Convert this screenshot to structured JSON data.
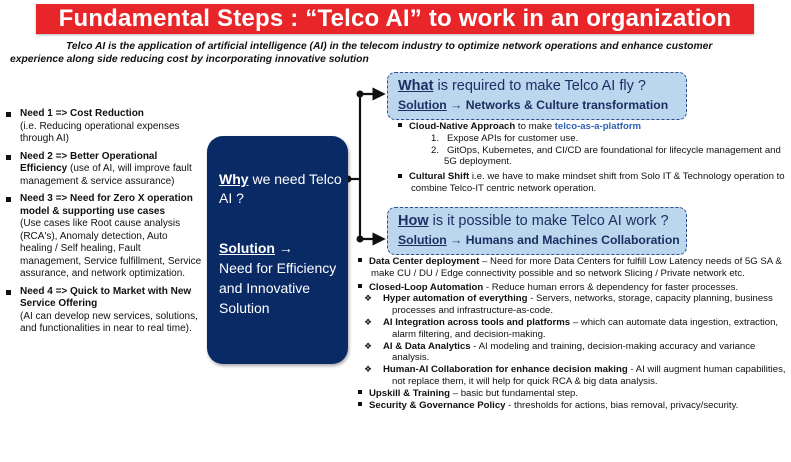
{
  "banner": {
    "title": "Fundamental Steps : “Telco AI” to work in an organization"
  },
  "intro": {
    "line1": "Telco AI is the application of artificial intelligence (AI) in the telecom industry to optimize network operations and enhance customer",
    "line2": "experience along side reducing cost by incorporating innovative solution"
  },
  "needs": [
    {
      "title": "Need 1 => Cost Reduction",
      "desc": "(i.e. Reducing operational expenses through AI)"
    },
    {
      "title": "Need 2 => Better Operational Efficiency",
      "desc": "(use of AI, will  improve fault management & service assurance)"
    },
    {
      "title": "Need 3 => Need for Zero X operation model & supporting use cases",
      "desc": "(Use cases like Root cause analysis (RCA's), Anomaly detection, Auto healing / Self healing, Fault management, Service fulfillment, Service assurance, and network optimization."
    },
    {
      "title": "Need 4 => Quick to Market with New Service Offering",
      "desc": " (AI can develop new services, solutions, and functionalities in near to real time)."
    }
  ],
  "center": {
    "why_word": "Why",
    "why_rest": " we need Telco AI ?",
    "solution_word": "Solution",
    "arrow": "→",
    "solution_rest": "Need for Efficiency and Innovative Solution"
  },
  "what": {
    "q_word": "What",
    "q_rest": " is required to make Telco AI fly ?",
    "sol_word": "Solution",
    "sol_arrow": "→",
    "sol_rest": " Networks & Culture transformation",
    "cloud_title": "Cloud-Native Approach",
    "cloud_mid": " to make ",
    "cloud_link": "telco-as-a-platform",
    "num1": "1.",
    "item1": "Expose APIs for customer use.",
    "num2": "2.",
    "item2": "GitOps, Kubernetes, and CI/CD are foundational for lifecycle management and 5G deployment.",
    "culture_title": "Cultural Shift",
    "culture_rest": " i.e. we have to make mindset shift from Solo IT & Technology operation to combine Telco-IT centric network operation."
  },
  "how": {
    "q_word": "How",
    "q_rest": " is it possible to make Telco AI work ?",
    "sol_word": "Solution",
    "sol_arrow": "→",
    "sol_rest": " Humans and Machines Collaboration",
    "dc_title": "Data Center deployment",
    "dc_rest": " – Need for more Data Centers for fulfill Low Latency needs of 5G SA & make CU / DU / Edge connectivity possible and so network Slicing / Private network etc.",
    "cl_title": "Closed-Loop Automation",
    "cl_rest": " - Reduce human errors & dependency for faster processes.",
    "subs": [
      {
        "title": "Hyper automation of everything",
        "rest": " - Servers, networks, storage, capacity planning, business processes and infrastructure-as-code."
      },
      {
        "title": "AI Integration across tools and platforms",
        "rest": " – which can automate data ingestion, extraction, alarm filtering, and decision-making."
      },
      {
        "title": "AI & Data Analytics",
        "rest": " - AI modeling and training, decision-making accuracy and variance analysis."
      },
      {
        "title": "Human-AI Collaboration for enhance decision making",
        "rest": " - AI will augment human capabilities, not replace them, it will help for quick RCA & big data analysis."
      }
    ],
    "up_title": "Upskill & Training",
    "up_rest": " – basic but fundamental step.",
    "sec_title": "Security & Governance Policy",
    "sec_rest": " - thresholds for actions, bias removal, privacy/security."
  },
  "icons": {
    "bullet": "square-bullet",
    "sub_bullet": "diamond-bullet",
    "arrow": "arrow-right"
  },
  "colors": {
    "banner": "#e8262a",
    "center_box": "#0a2a66",
    "callout": "#bcd6ee",
    "link": "#2d62b4"
  }
}
